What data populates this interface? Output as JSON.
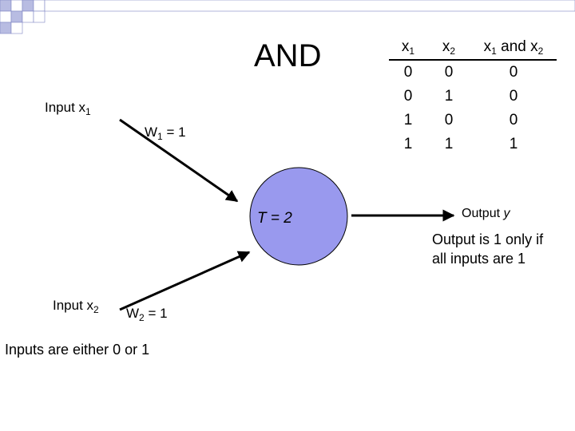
{
  "title": "AND",
  "inputs": {
    "x1_prefix": "Input x",
    "x1_sub": "1",
    "x2_prefix": "Input x",
    "x2_sub": "2"
  },
  "weights": {
    "w1_prefix": "W",
    "w1_sub": "1",
    "w1_value": " = 1",
    "w2_prefix": "W",
    "w2_sub": "2",
    "w2_value": " = 1"
  },
  "neuron": {
    "threshold": "T = 2",
    "fill": "#9999ee"
  },
  "output": {
    "label_prefix": "Output ",
    "label_var": "y",
    "note_line1": "Output is 1 only if",
    "note_line2": "all inputs are 1"
  },
  "footnote": "Inputs are either 0 or 1",
  "truth_table": {
    "headers": [
      {
        "base": "x",
        "sub": "1",
        "rest": "",
        "sub2": ""
      },
      {
        "base": "x",
        "sub": "2",
        "rest": "",
        "sub2": ""
      },
      {
        "base": "x",
        "sub": "1",
        "rest": " and x",
        "sub2": "2"
      }
    ],
    "rows": [
      [
        "0",
        "0",
        "0"
      ],
      [
        "0",
        "1",
        "0"
      ],
      [
        "1",
        "0",
        "0"
      ],
      [
        "1",
        "1",
        "1"
      ]
    ]
  },
  "colors": {
    "deco_square": "#b8bce2",
    "neuron_fill": "#9999ee"
  }
}
